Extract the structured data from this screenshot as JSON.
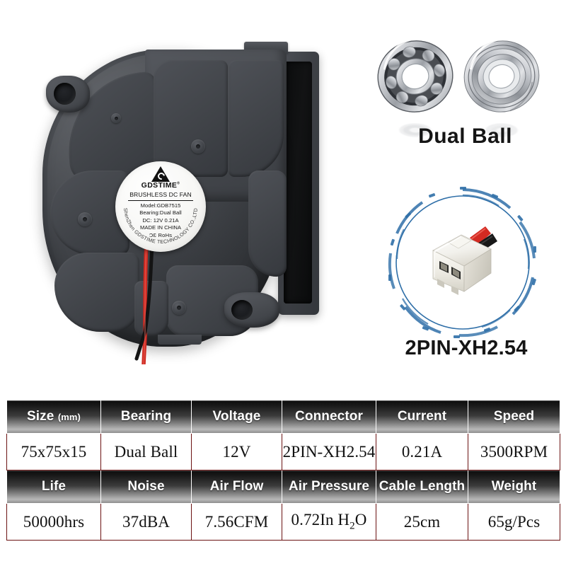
{
  "product": {
    "fan_label": {
      "brand": "GDSTIME",
      "registered_mark": "®",
      "type_line": "BRUSHLESS DC FAN",
      "model_line": "Model:GDB7515",
      "bearing_line": "Bearing:Dual Ball",
      "power_line": "DC: 12V  0.21A",
      "origin_line": "MADE IN CHINA",
      "cert_line": "ƆƐ RoHs",
      "company_arc": "ShenZhen GDSTIME TECHNOLOGY CO.,LTD"
    },
    "bearings": {
      "caption": "Dual Ball",
      "icon": "ball-bearing-icon"
    },
    "connector": {
      "caption": "2PIN-XH2.54",
      "icon": "jst-xh-connector-icon",
      "wire_colors": [
        "#cc2020",
        "#1a1a1a"
      ],
      "ring_color": "#2f6fa8"
    },
    "colors": {
      "housing": "#46494e",
      "table_border": "#6b1212",
      "header_text": "#ffffff"
    }
  },
  "spec_table": {
    "rows": [
      {
        "headers": [
          {
            "label": "Size",
            "unit": "(mm)"
          },
          {
            "label": "Bearing",
            "unit": ""
          },
          {
            "label": "Voltage",
            "unit": ""
          },
          {
            "label": "Connector",
            "unit": ""
          },
          {
            "label": "Current",
            "unit": ""
          },
          {
            "label": "Speed",
            "unit": ""
          }
        ],
        "values": [
          "75x75x15",
          "Dual Ball",
          "12V",
          "2PIN-XH2.54",
          "0.21A",
          "3500RPM"
        ]
      },
      {
        "headers": [
          {
            "label": "Life",
            "unit": ""
          },
          {
            "label": "Noise",
            "unit": ""
          },
          {
            "label": "Air Flow",
            "unit": ""
          },
          {
            "label": "Air Pressure",
            "unit": ""
          },
          {
            "label": "Cable Length",
            "unit": ""
          },
          {
            "label": "Weight",
            "unit": ""
          }
        ],
        "values": [
          "50000hrs",
          "37dBA",
          "7.56CFM",
          "0.72In H2O",
          "25cm",
          "65g/Pcs"
        ]
      }
    ],
    "air_pressure_parts": {
      "pre": "0.72In H",
      "sub": "2",
      "post": "O"
    }
  }
}
